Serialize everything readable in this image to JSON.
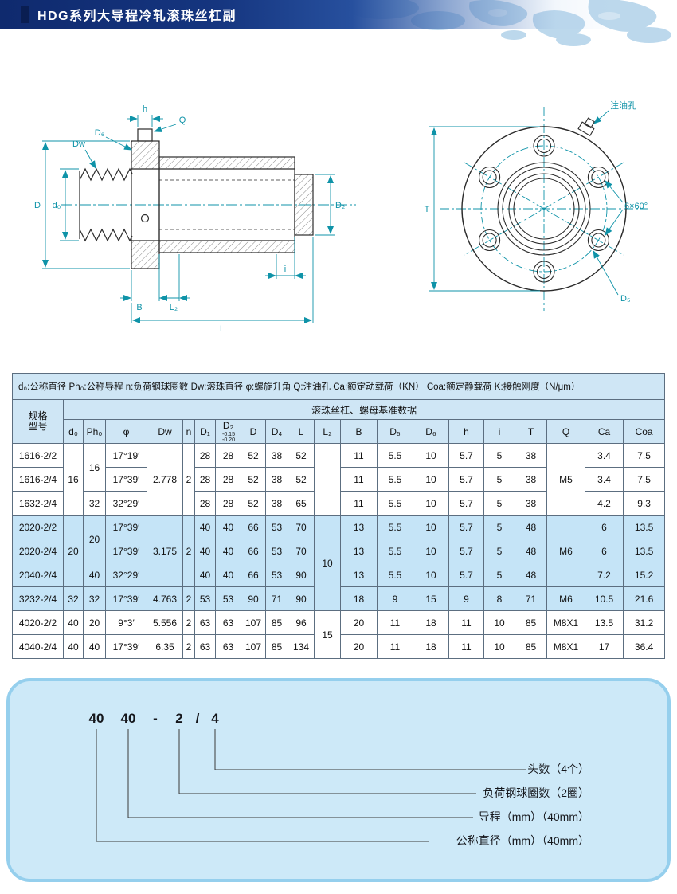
{
  "banner": {
    "title": "HDG系列大导程冷轧滚珠丝杠副"
  },
  "drawings": {
    "side": {
      "labels": {
        "h": "h",
        "dw": "Dw",
        "D": "D",
        "d0": "d₀",
        "d6": "D₆",
        "q": "Q",
        "d2": "D₂",
        "b": "B",
        "l2": "L₂",
        "i": "i",
        "L": "L"
      }
    },
    "front": {
      "labels": {
        "oil": "注油孔",
        "T": "T",
        "angle": "6×60°",
        "d5": "D₅"
      }
    }
  },
  "table": {
    "note": "d₀:公称直径 Ph₀:公称导程 n:负荷钢球圈数 Dw:滚珠直径 φ:螺旋升角 Q:注油孔 Ca:额定动载荷（KN） Coa:额定静载荷 K:接触刚度（N/μm）",
    "spec_header": [
      "规格",
      "型号"
    ],
    "group_header": "滚珠丝杠、螺母基准数据",
    "columns": [
      "d₀",
      "Ph₀",
      "φ",
      "Dw",
      "n",
      "D₁",
      {
        "t": "D₂",
        "sup": "-0.15",
        "sub": "-0.20"
      },
      "D",
      "D₄",
      "L",
      "L₂",
      "B",
      "D₅",
      "D₆",
      "h",
      "i",
      "T",
      "Q",
      "Ca",
      "Coa"
    ],
    "rows": [
      {
        "hl": false,
        "cells": [
          "1616-2/2",
          {
            "t": "16",
            "rs": 3
          },
          {
            "t": "16",
            "rs": 2
          },
          "17°19′",
          {
            "t": "2.778",
            "rs": 3
          },
          {
            "t": "2",
            "rs": 3
          },
          "28",
          "28",
          "52",
          "38",
          "52",
          {
            "t": "",
            "rs": 3
          },
          "11",
          "5.5",
          "10",
          "5.7",
          "5",
          "38",
          {
            "t": "M5",
            "rs": 3
          },
          "3.4",
          "7.5"
        ]
      },
      {
        "hl": false,
        "cells": [
          "1616-2/4",
          null,
          null,
          "17°39′",
          null,
          null,
          "28",
          "28",
          "52",
          "38",
          "52",
          null,
          "11",
          "5.5",
          "10",
          "5.7",
          "5",
          "38",
          null,
          "3.4",
          "7.5"
        ]
      },
      {
        "hl": false,
        "cells": [
          "1632-2/4",
          null,
          "32",
          "32°29′",
          null,
          null,
          "28",
          "28",
          "52",
          "38",
          "65",
          null,
          "11",
          "5.5",
          "10",
          "5.7",
          "5",
          "38",
          null,
          "4.2",
          "9.3"
        ]
      },
      {
        "hl": true,
        "cells": [
          "2020-2/2",
          {
            "t": "20",
            "rs": 3
          },
          {
            "t": "20",
            "rs": 2
          },
          "17°39′",
          {
            "t": "3.175",
            "rs": 3
          },
          {
            "t": "2",
            "rs": 3
          },
          "40",
          "40",
          "66",
          "53",
          "70",
          {
            "t": "10",
            "rs": 4
          },
          "13",
          "5.5",
          "10",
          "5.7",
          "5",
          "48",
          {
            "t": "M6",
            "rs": 3
          },
          "6",
          "13.5"
        ]
      },
      {
        "hl": true,
        "cells": [
          "2020-2/4",
          null,
          null,
          "17°39′",
          null,
          null,
          "40",
          "40",
          "66",
          "53",
          "70",
          null,
          "13",
          "5.5",
          "10",
          "5.7",
          "5",
          "48",
          null,
          "6",
          "13.5"
        ]
      },
      {
        "hl": true,
        "cells": [
          "2040-2/4",
          null,
          "40",
          "32°29′",
          null,
          null,
          "40",
          "40",
          "66",
          "53",
          "90",
          null,
          "13",
          "5.5",
          "10",
          "5.7",
          "5",
          "48",
          null,
          "7.2",
          "15.2"
        ]
      },
      {
        "hl": true,
        "cells": [
          "3232-2/4",
          "32",
          "32",
          "17°39′",
          "4.763",
          "2",
          "53",
          "53",
          "90",
          "71",
          "90",
          null,
          "18",
          "9",
          "15",
          "9",
          "8",
          "71",
          "M6",
          "10.5",
          "21.6"
        ]
      },
      {
        "hl": false,
        "cells": [
          "4020-2/2",
          "40",
          "20",
          "9°3′",
          "5.556",
          "2",
          "63",
          "63",
          "107",
          "85",
          "96",
          {
            "t": "15",
            "rs": 2
          },
          "20",
          "11",
          "18",
          "11",
          "10",
          "85",
          "M8X1",
          "13.5",
          "31.2"
        ]
      },
      {
        "hl": false,
        "cells": [
          "4040-2/4",
          "40",
          "40",
          "17°39′",
          "6.35",
          "2",
          "63",
          "63",
          "107",
          "85",
          "134",
          null,
          "20",
          "11",
          "18",
          "11",
          "10",
          "85",
          "M8X1",
          "17",
          "36.4"
        ]
      }
    ]
  },
  "legend": {
    "code_parts": [
      "40",
      "40",
      "-",
      "2",
      "/",
      "4"
    ],
    "labels": [
      "头数（4个）",
      "负荷钢球圈数（2圈）",
      "导程（mm）（40mm）",
      "公称直径（mm）（40mm）"
    ]
  },
  "colors": {
    "accent_teal": "#0f93a8",
    "header_blue": "#cfe6f5",
    "highlight_blue": "#c5e4f7",
    "banner_navy": "#15327b"
  }
}
